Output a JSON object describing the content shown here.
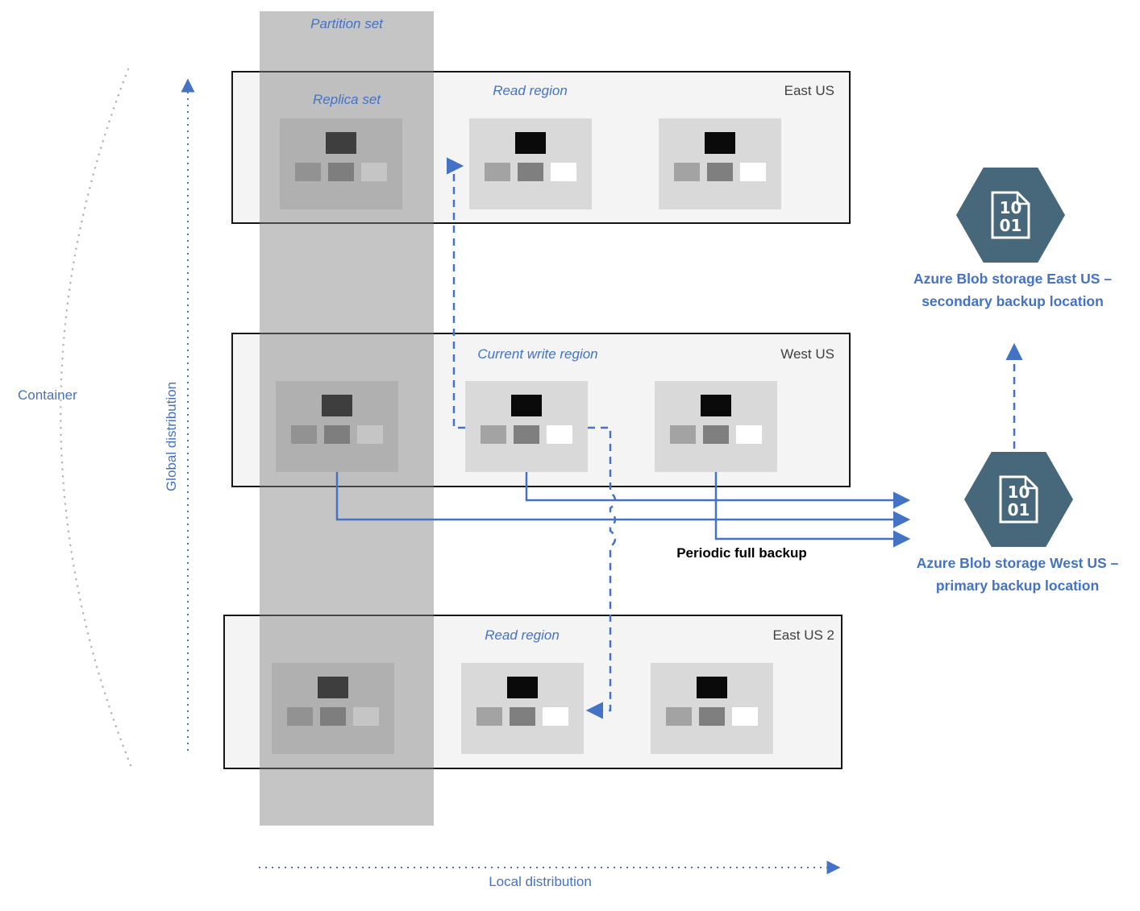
{
  "labels": {
    "partition_set": "Partition set",
    "replica_set": "Replica set",
    "container": "Container",
    "global_distribution": "Global distribution",
    "local_distribution": "Local distribution",
    "periodic_full_backup": "Periodic full backup"
  },
  "regions": [
    {
      "name": "East US",
      "role": "Read region"
    },
    {
      "name": "West US",
      "role": "Current write region"
    },
    {
      "name": "East US 2",
      "role": "Read region"
    }
  ],
  "storage": [
    {
      "label": "Azure Blob storage East US – secondary backup location",
      "doc_lines": [
        "10",
        "01"
      ]
    },
    {
      "label": "Azure Blob storage West US – primary backup location",
      "doc_lines": [
        "10",
        "01"
      ]
    }
  ],
  "colors": {
    "accent_blue": "#4472C4",
    "hexagon_fill": "#47677B",
    "region_fill": "#F4F4F4",
    "cluster_fill": "#D9D9D9",
    "node_dark": "#0A0A0A",
    "band_fill": "rgba(127,127,127,0.45)"
  }
}
